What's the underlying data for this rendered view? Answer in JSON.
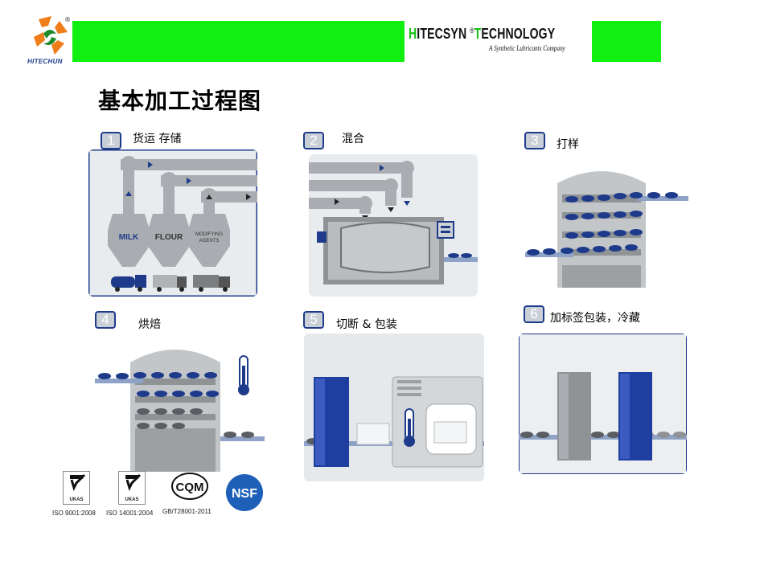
{
  "header": {
    "logo_text": "HITECHUN",
    "brand_name_h": "H",
    "brand_name_mid": "ITECSYN ",
    "brand_reg": "®",
    "brand_name_t": "T",
    "brand_name_rest": "ECHNOLOGY",
    "brand_tagline": "A Synthetic Lubricants Company",
    "registered_mark": "®"
  },
  "page_title": "基本加工过程图",
  "steps": [
    {
      "num": "1",
      "label": "货运 存储"
    },
    {
      "num": "2",
      "label": "混合"
    },
    {
      "num": "3",
      "label": "打样"
    },
    {
      "num": "4",
      "label": "烘焙"
    },
    {
      "num": "5",
      "label": "切断 & 包装"
    },
    {
      "num": "6",
      "label": "加标签包装，冷藏"
    }
  ],
  "silos": {
    "milk": "MILK",
    "flour": "FLOUR",
    "agents_1": "MODIFYING",
    "agents_2": "AGENTS"
  },
  "certifications": {
    "ukas": "UKAS",
    "iso9001": "ISO 9001:2008",
    "iso14001": "ISO 14001:2004",
    "cqm": "CQM",
    "gbt": "GB/T28001-2011",
    "nsf": "NSF"
  },
  "colors": {
    "accent_green": "#11ef11",
    "steel_blue": "#1e3b8b",
    "machine_gray": "#b9bcbf"
  }
}
